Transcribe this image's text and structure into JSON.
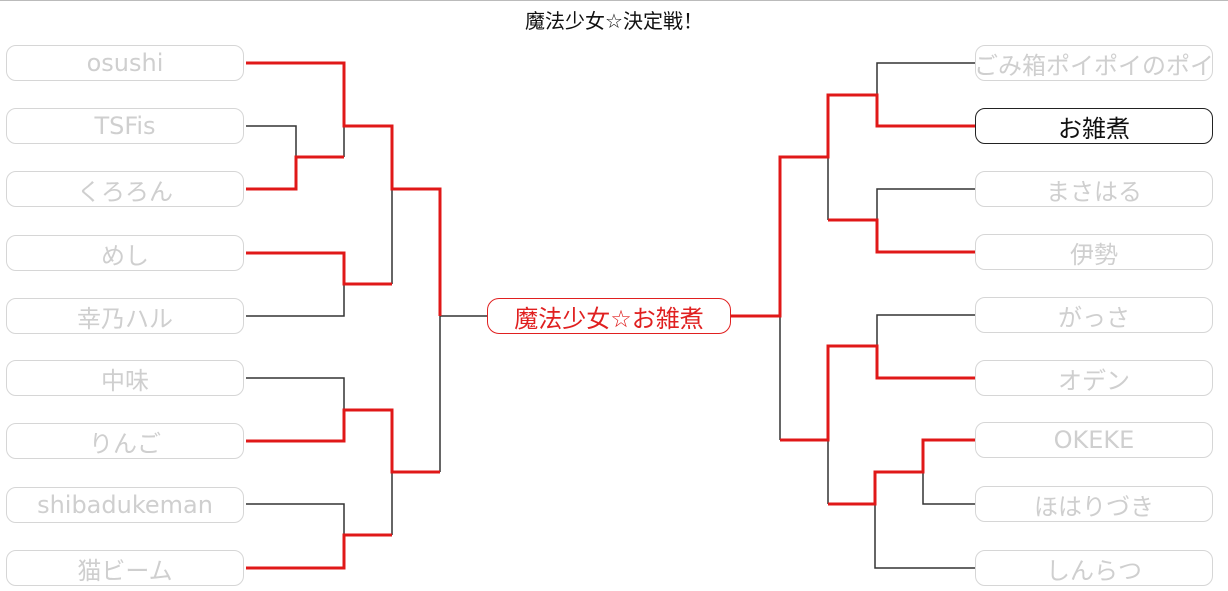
{
  "title": "魔法少女☆決定戦！",
  "champion": "魔法少女☆お雑煮",
  "colors": {
    "winner_line": "#e01818",
    "loser_line": "#333333"
  },
  "left_entrants": [
    "osushi",
    "TSFis",
    "くろろん",
    "めし",
    "幸乃ハル",
    "中味",
    "りんご",
    "shibadukeman",
    "猫ビーム"
  ],
  "right_entrants": [
    "ごみ箱ポイポイのポイ",
    "お雑煮",
    "まさはる",
    "伊勢",
    "がっさ",
    "オデン",
    "OKEKE",
    "ほはりづき",
    "しんらつ"
  ]
}
